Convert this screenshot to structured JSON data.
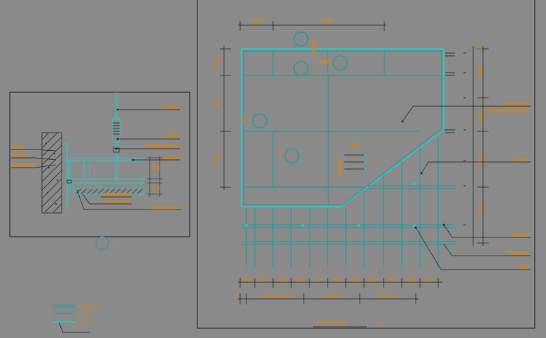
{
  "colors": {
    "background": "#8a8a8a",
    "frame": "#1a1a1a",
    "cyan": "#19d4d4",
    "teal": "#10a0a0",
    "orange": "#d0841f",
    "dark": "#222222"
  },
  "section_view": {
    "bubble_label": "1:10",
    "hatch_icon": "concrete-hatch-icon"
  },
  "plan_view": {
    "bubble_icon": "grid-bubble-icon",
    "title": "吊顶平面布置图",
    "scale": "1:50"
  },
  "legend": {
    "items": [
      "主龙骨 吊杆",
      "次龙骨",
      "边龙骨"
    ]
  }
}
